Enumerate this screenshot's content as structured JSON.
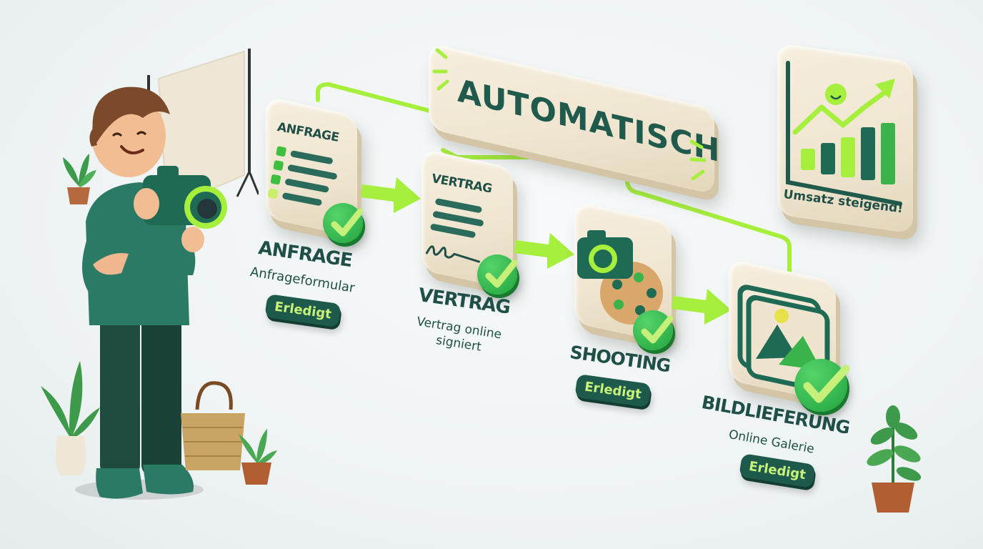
{
  "banner": {
    "label": "AUTOMATISCH"
  },
  "steps": [
    {
      "card_label": "ANFRAGE",
      "title": "ANFRAGE",
      "subtitle": "Anfrageformular",
      "badge": "Erledigt"
    },
    {
      "card_label": "VERTRAG",
      "title": "VERTRAG",
      "subtitle_line1": "Vertrag online",
      "subtitle_line2": "signiert"
    },
    {
      "title": "SHOOTING",
      "badge": "Erledigt"
    },
    {
      "title": "BILDLIEFERUNG",
      "subtitle": "Online Galerie",
      "badge": "Erledigt"
    }
  ],
  "revenue": {
    "caption": "Umsatz steigend!"
  },
  "icons": [
    "form-icon",
    "contract-icon",
    "camera-palette-icon",
    "gallery-icon",
    "growth-chart-icon",
    "check-icon",
    "arrow-icon",
    "photographer-figure",
    "plant-icon",
    "basket-icon",
    "backdrop-icon"
  ],
  "colors": {
    "accent": "#a6ef3c",
    "dark_green": "#1f4f46",
    "clay": "#efe5cf",
    "check_green": "#2fb24a"
  }
}
